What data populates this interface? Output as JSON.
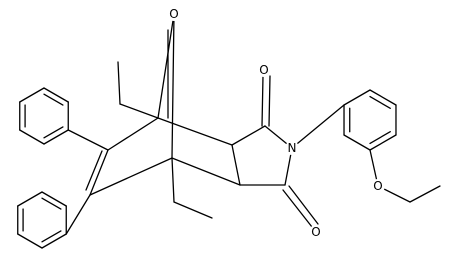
{
  "atom_labels": {
    "bridge_oxygen": "O",
    "carbonyl_oxygen_upper": "O",
    "carbonyl_oxygen_lower": "O",
    "imide_nitrogen": "N",
    "ether_oxygen": "O"
  },
  "colors": {
    "bond": "#000000",
    "background": "#ffffff"
  }
}
